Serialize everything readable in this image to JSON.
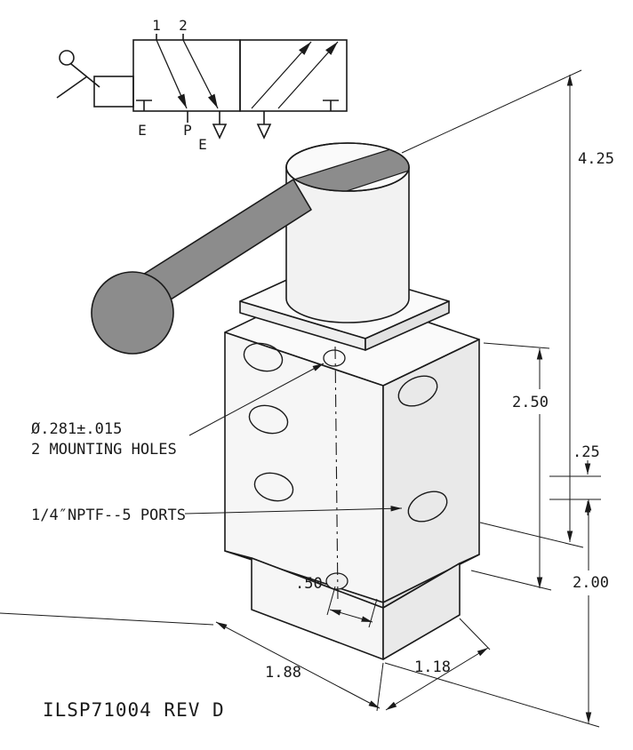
{
  "schematic": {
    "ports_top": {
      "p1": "1",
      "p2": "2"
    },
    "ports_bottom": {
      "e_left": "E",
      "p": "P",
      "e_exhaust": "E"
    }
  },
  "dimensions": {
    "overall_height": "4.25",
    "body_height": "2.50",
    "top_offset": ".25",
    "base_height": "2.00",
    "hole_offset": ".50",
    "body_width": "1.88",
    "body_depth": "1.18"
  },
  "notes": {
    "hole_spec": "Ø.281±.015",
    "hole_note": "2 MOUNTING HOLES",
    "ports_note": "1/4″NPTF--5 PORTS"
  },
  "title_block": {
    "part_number": "ILSP71004 REV D"
  },
  "colors": {
    "line": "#1a1a1a",
    "lever": "#8c8c8c",
    "face_light": "#f6f6f6",
    "face_dark": "#e9e9e9"
  }
}
